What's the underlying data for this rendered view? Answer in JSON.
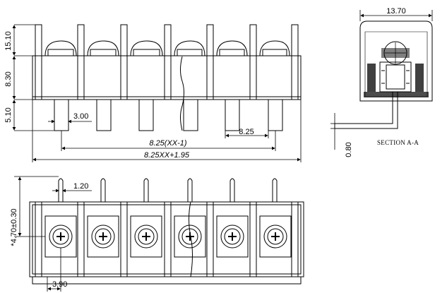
{
  "front_view": {
    "dimensions": {
      "height_total": "15.10",
      "height_body": "8.30",
      "pin_length": "5.10",
      "pin_width": "3.00",
      "pitch": "8.25",
      "pitch_span": "8.25(XX-1)",
      "overall_length": "8.25XX+1.95"
    }
  },
  "section_view": {
    "dimensions": {
      "depth": "13.70",
      "pin_thickness": "0.80"
    },
    "label": "SECTION A-A"
  },
  "top_view": {
    "dimensions": {
      "pin_thickness": "1.20",
      "pin_row_offset": "*4.70±0.30",
      "edge_offset": "3.90"
    }
  },
  "colors": {
    "line": "#000000",
    "background": "#ffffff"
  }
}
